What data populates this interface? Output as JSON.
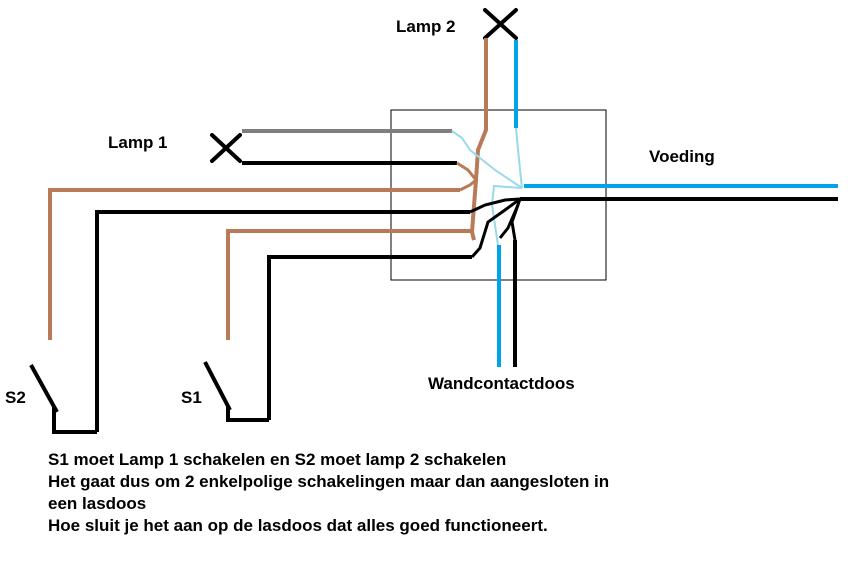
{
  "labels": {
    "lamp1": "Lamp 1",
    "lamp2": "Lamp 2",
    "supply": "Voeding",
    "socket": "Wandcontactdoos",
    "s1": "S1",
    "s2": "S2"
  },
  "description": {
    "line1": "S1 moet Lamp 1 schakelen en S2 moet lamp 2 schakelen",
    "line2": "Het gaat dus om 2 enkelpolige schakelingen maar dan aangesloten in",
    "line3": "een lasdoos",
    "line4": "Hoe sluit je het aan op de lasdoos dat alles goed functioneert."
  },
  "colors": {
    "brown": "#b97a57",
    "blue": "#00a2e8",
    "black": "#000000",
    "gray": "#7f7f7f",
    "light_blue": "#99d9ea",
    "box_border": "#000000"
  },
  "icons": {
    "lamp": "lamp-cross-symbol",
    "switch": "single-pole-switch-symbol"
  }
}
